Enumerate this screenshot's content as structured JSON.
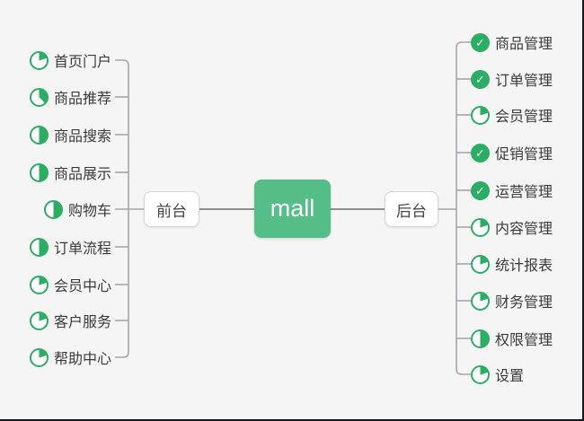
{
  "canvas": {
    "background": "#f5f5f6",
    "edge_border_color": "#17171f"
  },
  "colors": {
    "root_green": "#55bd88",
    "icon_green": "#2bad64",
    "line_gray": "#a6a6a6",
    "main_line_gray": "#8f8f8f",
    "text": "#3a3a3a"
  },
  "root": {
    "label": "mall"
  },
  "branches": {
    "front": {
      "label": "前台",
      "items": [
        {
          "label": "首页门户",
          "progress": "0.2"
        },
        {
          "label": "商品推荐",
          "progress": "0.375"
        },
        {
          "label": "商品搜索",
          "progress": "0.5"
        },
        {
          "label": "商品展示",
          "progress": "0.5"
        },
        {
          "label": "购物车",
          "progress": "0.5"
        },
        {
          "label": "订单流程",
          "progress": "0.5"
        },
        {
          "label": "会员中心",
          "progress": "0.2"
        },
        {
          "label": "客户服务",
          "progress": "0.2"
        },
        {
          "label": "帮助中心",
          "progress": "0.2"
        }
      ]
    },
    "back": {
      "label": "后台",
      "items": [
        {
          "label": "商品管理",
          "progress": "check"
        },
        {
          "label": "订单管理",
          "progress": "check"
        },
        {
          "label": "会员管理",
          "progress": "0.2"
        },
        {
          "label": "促销管理",
          "progress": "check"
        },
        {
          "label": "运营管理",
          "progress": "check"
        },
        {
          "label": "内容管理",
          "progress": "0.2"
        },
        {
          "label": "统计报表",
          "progress": "0.2"
        },
        {
          "label": "财务管理",
          "progress": "0.2"
        },
        {
          "label": "权限管理",
          "progress": "0.5"
        },
        {
          "label": "设置",
          "progress": "0.2"
        }
      ]
    }
  }
}
